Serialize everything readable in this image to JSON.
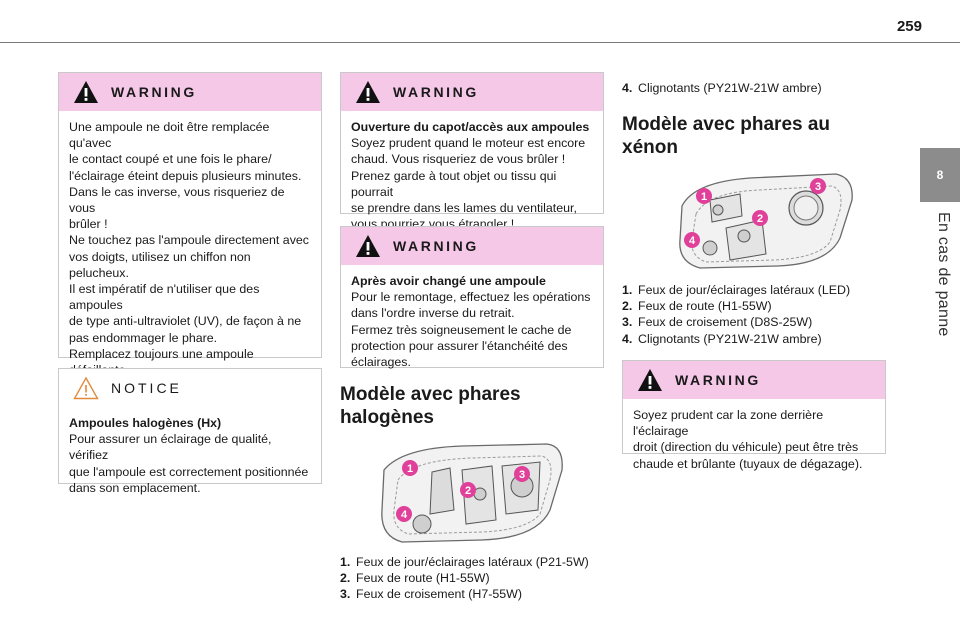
{
  "page": {
    "number": "259",
    "chapter_tab": "8",
    "chapter_title": "En cas de panne"
  },
  "col1": {
    "warning1": {
      "title": "WARNING",
      "body": "Une ampoule ne doit être remplacée qu'avec\nle contact coupé et une fois le phare/\nl'éclairage éteint depuis plusieurs minutes.\nDans le cas inverse, vous risqueriez de vous\nbrûler !\nNe touchez pas l'ampoule directement avec\nvos doigts, utilisez un chiffon non pelucheux.\nIl est impératif de n'utiliser que des ampoules\nde type anti-ultraviolet (UV), de façon à ne\npas endommager le phare.\nRemplacez toujours une ampoule défaillante\npar une ampoule du même type et de\nla même spécification. Pour éviter un\ndéséquilibre de l'éclairage, remplacez les\nampoules par paires."
    },
    "notice": {
      "title": "NOTICE",
      "lead": "Ampoules halogènes (Hx)",
      "body": "Pour assurer un éclairage de qualité, vérifiez\nque l'ampoule est correctement positionnée\ndans son emplacement."
    }
  },
  "col2": {
    "warning2": {
      "title": "WARNING",
      "lead": "Ouverture du capot/accès aux ampoules",
      "body": "Soyez prudent quand le moteur est encore\nchaud. Vous risqueriez de vous brûler !\nPrenez garde à tout objet ou tissu qui pourrait\nse prendre dans les lames du ventilateur,\nvous pourriez vous étrangler !"
    },
    "warning3": {
      "title": "WARNING",
      "lead": "Après avoir changé une ampoule",
      "body": "Pour le remontage, effectuez les opérations\ndans l'ordre inverse du retrait.\nFermez très soigneusement le cache de\nprotection pour assurer l'étanchéité des\néclairages."
    },
    "section_title": "Modèle avec phares\nhalogènes",
    "figure_labels": [
      "1",
      "2",
      "3",
      "4"
    ],
    "list": [
      {
        "num": "1.",
        "text": "Feux de jour/éclairages latéraux (P21-5W)"
      },
      {
        "num": "2.",
        "text": "Feux de route (H1-55W)"
      },
      {
        "num": "3.",
        "text": "Feux de croisement (H7-55W)"
      }
    ]
  },
  "col3": {
    "list_top": [
      {
        "num": "4.",
        "text": "Clignotants (PY21W-21W ambre)"
      }
    ],
    "section_title": "Modèle avec phares au\nxénon",
    "figure_labels": [
      "1",
      "2",
      "3",
      "4"
    ],
    "list": [
      {
        "num": "1.",
        "text": "Feux de jour/éclairages latéraux (LED)"
      },
      {
        "num": "2.",
        "text": "Feux de route (H1-55W)"
      },
      {
        "num": "3.",
        "text": "Feux de croisement (D8S-25W)"
      },
      {
        "num": "4.",
        "text": "Clignotants (PY21W-21W ambre)"
      }
    ],
    "warning4": {
      "title": "WARNING",
      "body": "Soyez prudent car la zone derrière l'éclairage\ndroit (direction du véhicule) peut être très\nchaude et brûlante (tuyaux de dégazage)."
    }
  },
  "colors": {
    "warning_header": "#f6c8e8",
    "callout": "#e0409a",
    "tab": "#8c8c8c"
  }
}
